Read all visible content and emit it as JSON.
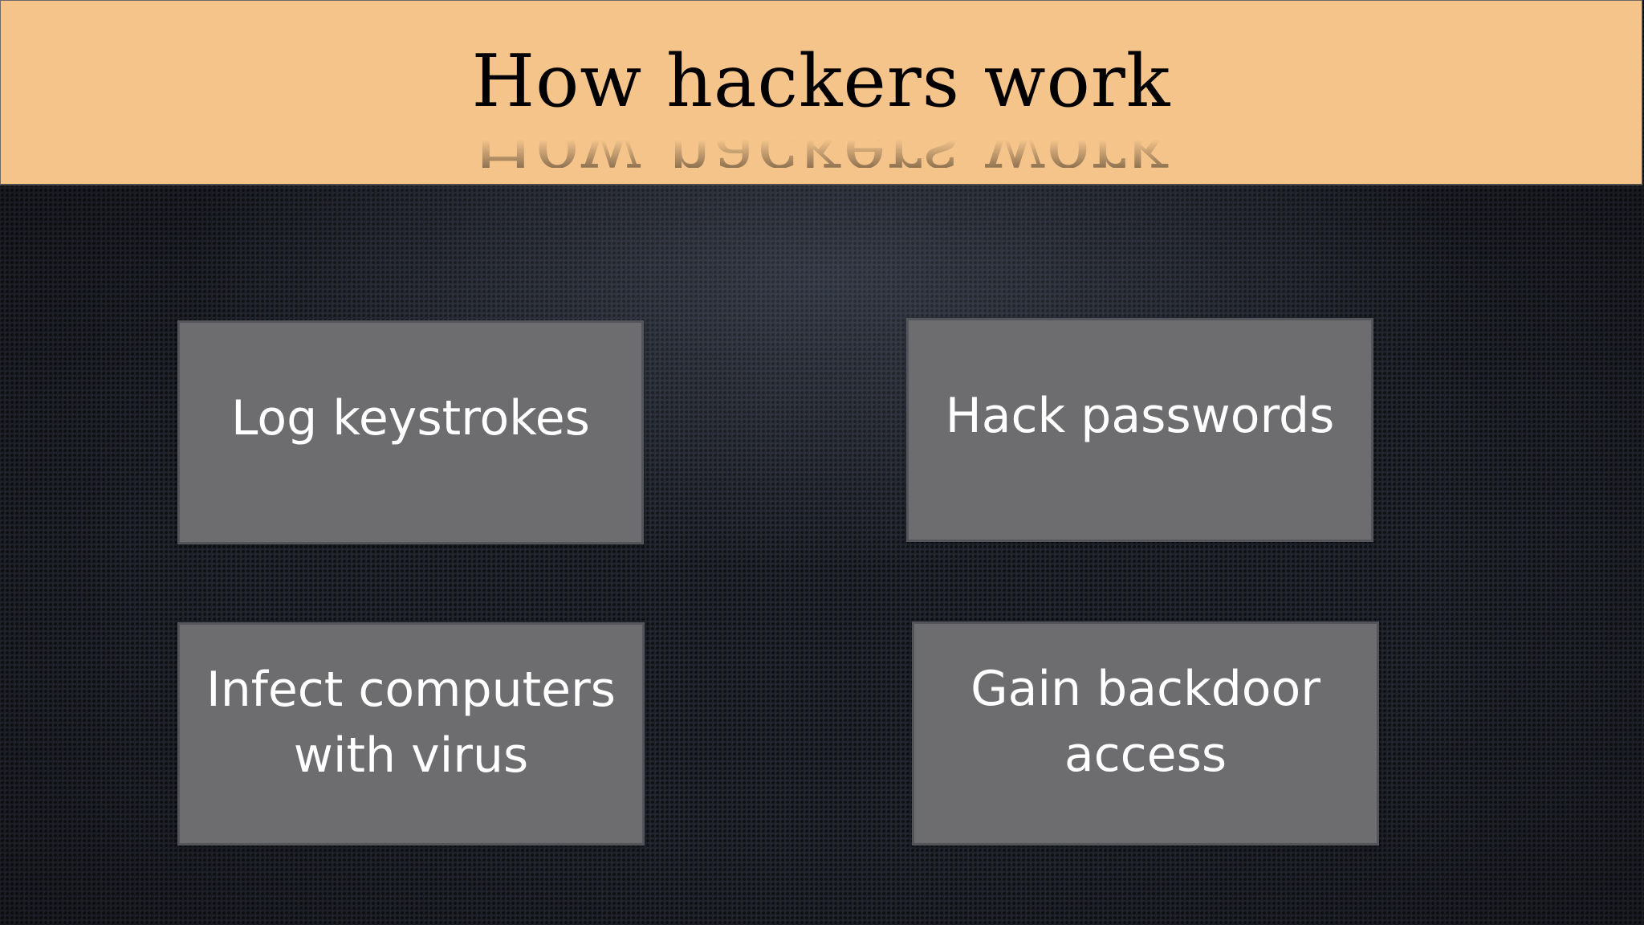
{
  "slide": {
    "title": "How hackers work",
    "items": [
      {
        "label": "Log keystrokes"
      },
      {
        "label": "Hack passwords"
      },
      {
        "label": "Infect computers with virus"
      },
      {
        "label": "Gain backdoor access"
      }
    ]
  },
  "colors": {
    "title_bar": "#f4c48b",
    "background": "#1f232b",
    "card": "#6d6c6f",
    "card_text": "#ffffff",
    "title_text": "#000000"
  }
}
